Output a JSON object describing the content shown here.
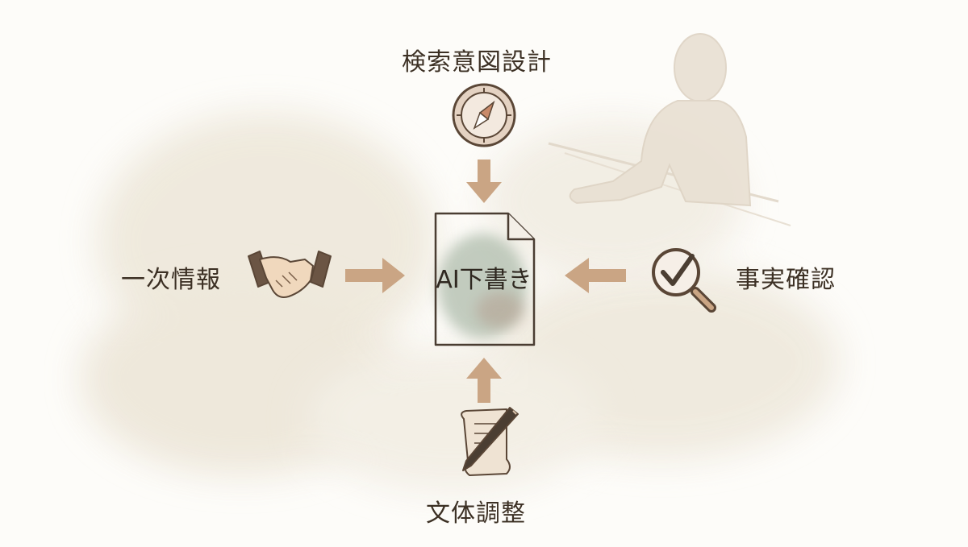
{
  "diagram": {
    "center": {
      "label": "AI下書き"
    },
    "inputs": {
      "top": {
        "label": "検索意図設計",
        "icon": "compass-icon"
      },
      "left": {
        "label": "一次情報",
        "icon": "handshake-icon"
      },
      "right": {
        "label": "事実確認",
        "icon": "magnifier-check-icon"
      },
      "bottom": {
        "label": "文体調整",
        "icon": "scroll-pen-icon"
      }
    },
    "colors": {
      "arrow": "#caa584",
      "icon_stroke": "#5a4636",
      "text": "#3c3024",
      "document_fill": "#b9c3b4",
      "background_wash": "#ece6d8",
      "figure": "#e8dfd2"
    }
  }
}
